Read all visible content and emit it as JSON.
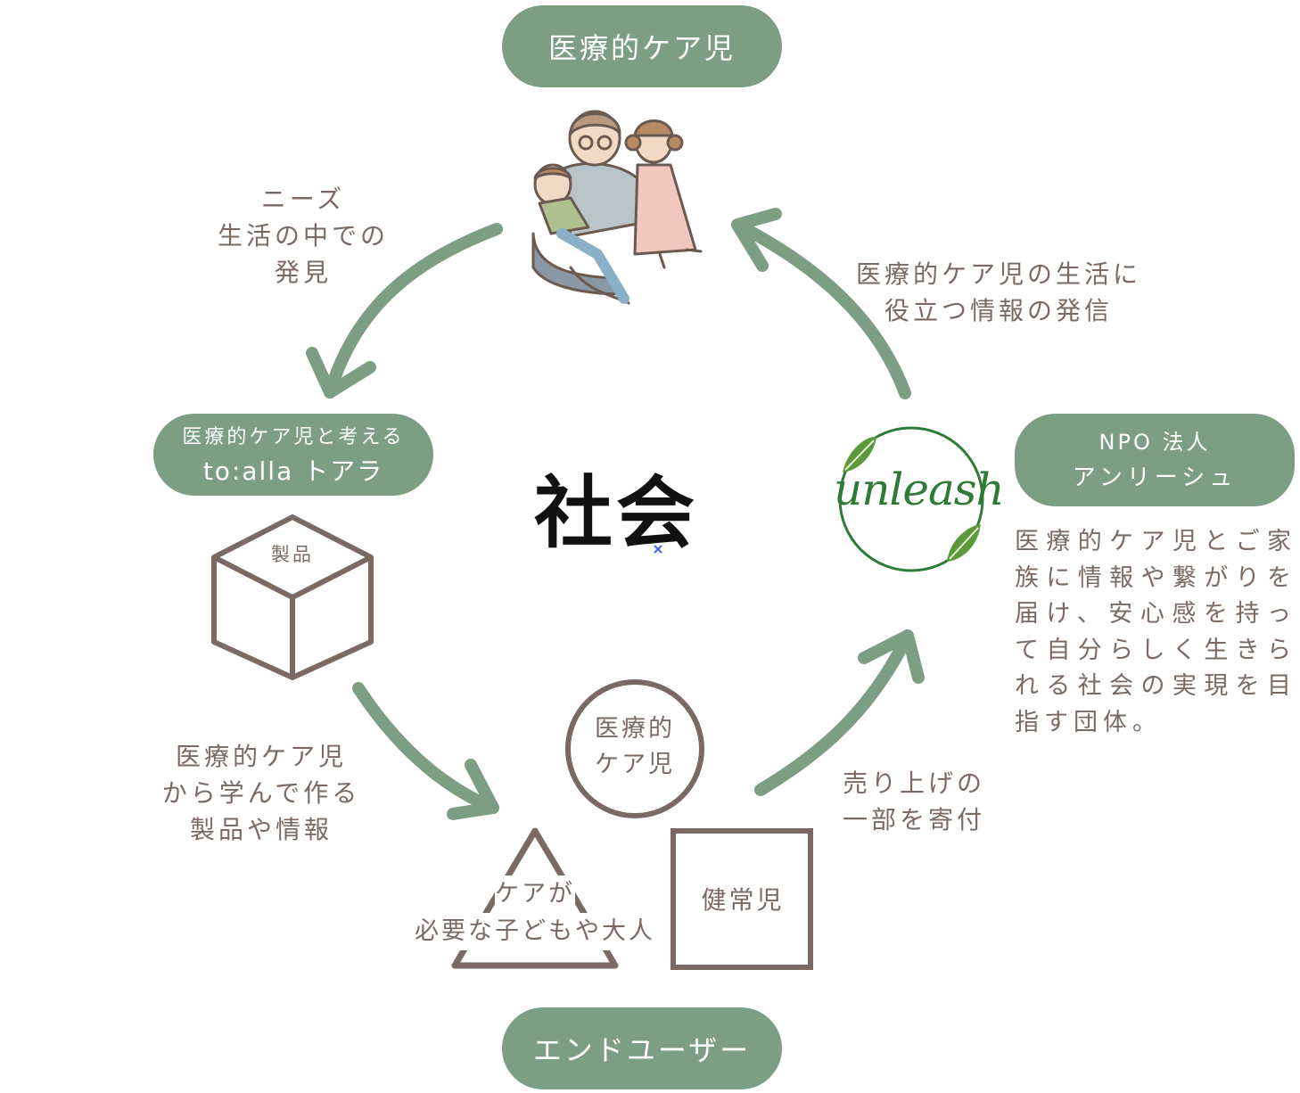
{
  "top_label": "医療的ケア児",
  "bottom_label": "エンドユーザー",
  "left_org": {
    "line1": "医療的ケア児と考える",
    "line2": "to:alla トアラ"
  },
  "right_org": {
    "line1": "NPO 法人",
    "line2": "アンリーシュ"
  },
  "center_title": "社会",
  "note_needs": [
    "ニーズ",
    "生活の中での",
    "発見"
  ],
  "note_info": [
    "医療的ケア児の生活に",
    "役立つ情報の発信"
  ],
  "note_products": [
    "医療的ケア児",
    "から学んで作る",
    "製品や情報"
  ],
  "note_donation": [
    "売り上げの",
    "一部を寄付"
  ],
  "cube_label": "製品",
  "circle_label": [
    "医療的",
    "ケア児"
  ],
  "triangle_label": [
    "ケアが",
    "必要な子どもや大人"
  ],
  "square_label": "健常児",
  "npo_description": "医療的ケア児とご家族に情報や繋がりを届け、安心感を持って自分らしく生きられる社会の実現を目指す団体。",
  "logo_text": "unleash",
  "colors": {
    "accent": "#7c9e82",
    "text": "#7a6a63",
    "leaf": "#5a9a3a",
    "logo": "#2f7a36"
  },
  "icons": [
    "family-illustration",
    "cube-icon",
    "circle-icon",
    "triangle-icon",
    "square-icon",
    "unleash-logo",
    "cycle-arrow-icon",
    "center-marker-icon"
  ]
}
